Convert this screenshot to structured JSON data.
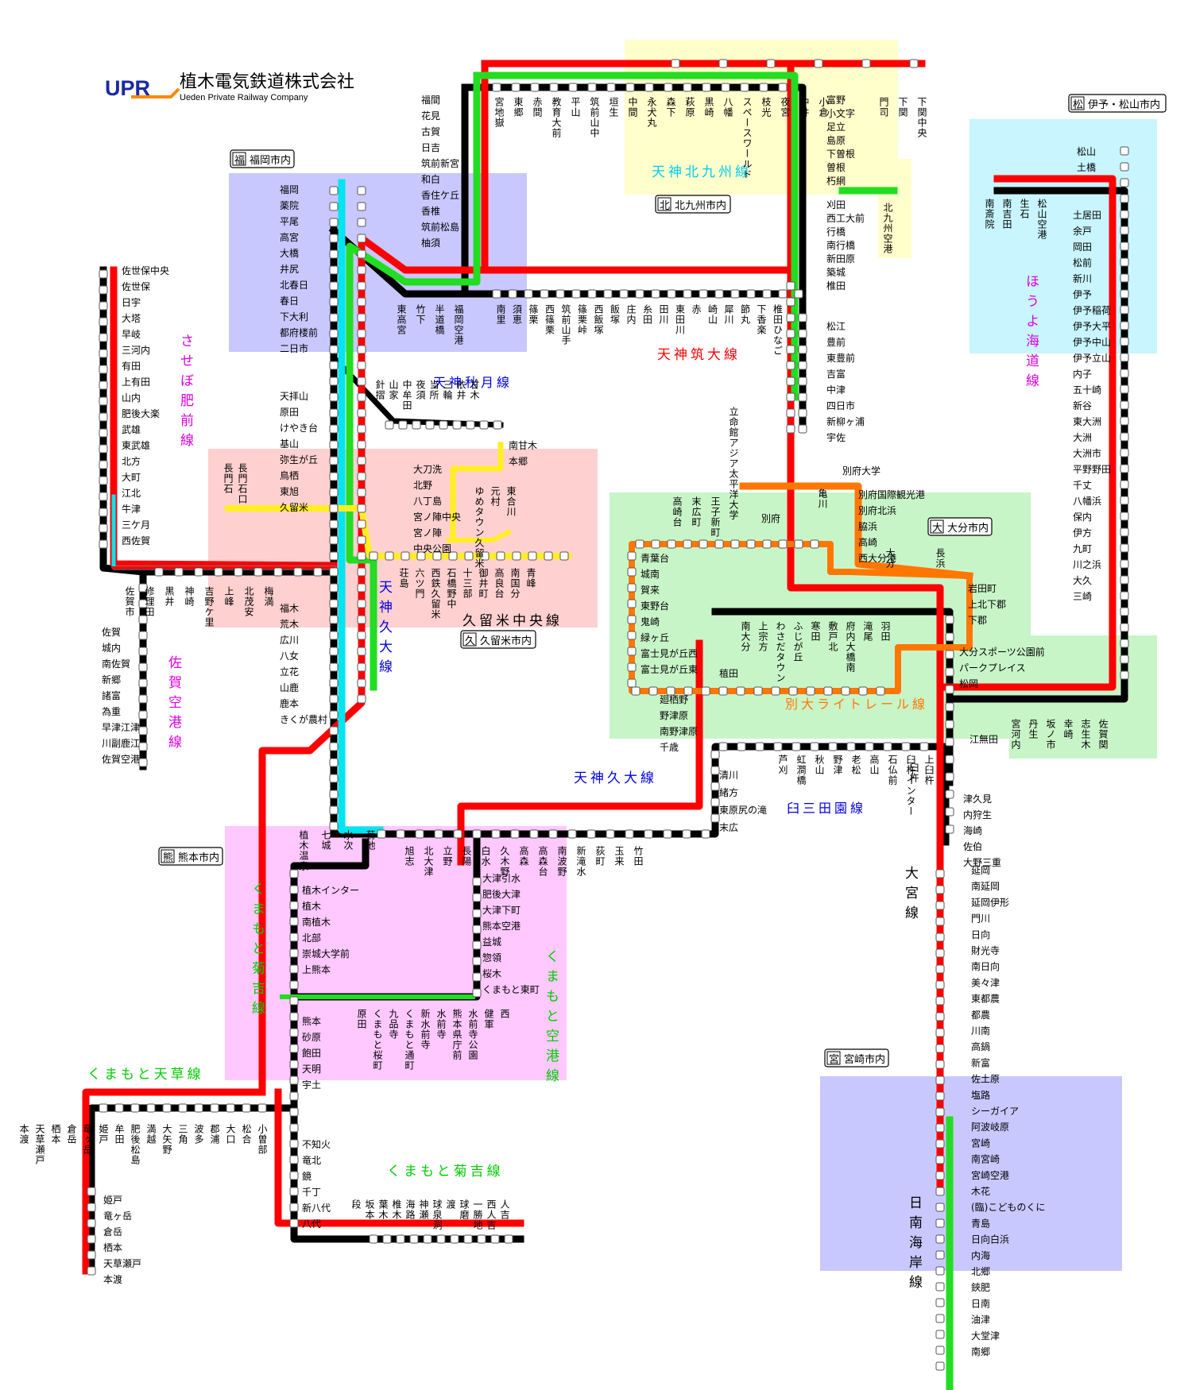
{
  "company": {
    "logo_mark": "UPR",
    "name": "植木電気鉄道株式会社",
    "name_en": "Ueden Private Railway Company"
  },
  "colors": {
    "red": "#ff0000",
    "black": "#000000",
    "green": "#22dd22",
    "cyan": "#00e5f0",
    "yellow": "#ffee22",
    "orange": "#ff7700",
    "zone_blue": "#c8c8ff",
    "zone_yellow": "#ffffcc",
    "zone_pink": "#ffd0d0",
    "zone_green": "#c8f5c8",
    "zone_magenta": "#ffc8ff",
    "zone_cyan": "#c8f5ff",
    "name_blue": "#0000dd",
    "name_magenta": "#dd00dd",
    "name_green": "#00cc00",
    "name_cyan": "#00ccee",
    "name_red": "#ff0000",
    "name_orange": "#ff7700"
  },
  "areas": [
    {
      "tag": "福",
      "label": "福岡市内"
    },
    {
      "tag": "北",
      "label": "北九州市内"
    },
    {
      "tag": "松",
      "label": "伊予・松山市内"
    },
    {
      "tag": "大",
      "label": "大分市内"
    },
    {
      "tag": "久",
      "label": "久留米市内"
    },
    {
      "tag": "熊",
      "label": "熊本市内"
    },
    {
      "tag": "宮",
      "label": "宮崎市内"
    }
  ],
  "lines": [
    {
      "name": "天神北九州線"
    },
    {
      "name": "天神筑大線"
    },
    {
      "name": "天神秋月線"
    },
    {
      "name": "させぼ肥前線"
    },
    {
      "name": "佐賀空港線"
    },
    {
      "name": "天神久大線"
    },
    {
      "name": "天神久大線"
    },
    {
      "name": "久留米中央線"
    },
    {
      "name": "ほうよ海道線"
    },
    {
      "name": "別大ライトレール線"
    },
    {
      "name": "臼三田園線"
    },
    {
      "name": "大宮線"
    },
    {
      "name": "日南海岸線"
    },
    {
      "name": "くまもと菊吉線"
    },
    {
      "name": "くまもと空港線"
    },
    {
      "name": "くまもと天草線"
    },
    {
      "name": "くまもと菊吉線"
    }
  ],
  "stations": {
    "kitakyushu": [
      "宮地嶽",
      "東郷",
      "赤間",
      "教育大前",
      "平山",
      "筑前山中",
      "垣生",
      "中間",
      "永犬丸",
      "森下",
      "萩原",
      "黒崎",
      "八幡",
      "スペースワールド",
      "枝光",
      "夜宮",
      "中井",
      "小倉",
      "門司",
      "下関",
      "下関中央"
    ],
    "fukuoka_north": [
      "福間",
      "花見",
      "古賀",
      "日吉",
      "筑前新宮",
      "和白",
      "香住ケ丘",
      "香椎",
      "筑前松島",
      "柚須"
    ],
    "fukuoka_city": [
      "福岡",
      "薬院",
      "平尾",
      "高宮",
      "大橋",
      "井尻",
      "北春日",
      "春日",
      "下大利",
      "都府楼前",
      "二日市"
    ],
    "chikudai_west": [
      "東高宮",
      "竹下",
      "半道橋",
      "福岡空港"
    ],
    "chikudai": [
      "南里",
      "須恵",
      "篠栗",
      "西篠栗",
      "筑前山手",
      "篠栗峠",
      "西飯塚",
      "飯塚",
      "庄内",
      "糸田",
      "田川",
      "東田川",
      "赤",
      "崎山",
      "犀川",
      "節丸",
      "下香楽",
      "椎田ひなご"
    ],
    "kitakyushu_south": [
      "富野",
      "小文字",
      "足立",
      "島原",
      "下曽根",
      "曽根",
      "朽網",
      "刈田",
      "西工大前",
      "行橋",
      "南行橋",
      "新田原",
      "築城",
      "椎田",
      "北九州空港"
    ],
    "buzen": [
      "松江",
      "豊前",
      "東豊前",
      "吉富",
      "中津",
      "四日市",
      "新柳ヶ浦",
      "宇佐"
    ],
    "akizuki": [
      "針摺",
      "山家",
      "中牟田",
      "夜須",
      "当所",
      "三輪",
      "依井",
      "甘木",
      "南甘木",
      "本郷"
    ],
    "tenku": [
      "天拝山",
      "原田",
      "けやき台",
      "基山",
      "弥生が丘",
      "鳥栖",
      "東旭",
      "久留米",
      "福木",
      "荒木",
      "広川",
      "八女",
      "立花",
      "山鹿",
      "鹿本",
      "きくが農村"
    ],
    "kurume_chuo": [
      "大刀洗",
      "北野",
      "八丁島",
      "宮ノ陣中央",
      "宮ノ陣",
      "中央公園",
      "ゆめタウン久留米",
      "元村",
      "東合川",
      "荘島",
      "六ツ門",
      "西鉄久留米",
      "石橋野中",
      "十三部",
      "御井町",
      "高良台",
      "南国分",
      "青峰"
    ],
    "nagato": [
      "長門石",
      "長門石口"
    ],
    "sasebo": [
      "佐世保中央",
      "佐世保",
      "日宇",
      "大塔",
      "早岐",
      "三河内",
      "有田",
      "上有田",
      "山内",
      "肥後大楽",
      "武雄",
      "東武雄",
      "北方",
      "大町",
      "江北",
      "牛津",
      "三ケ月",
      "西佐賀"
    ],
    "saga": [
      "佐賀市",
      "修理田",
      "黒井",
      "神崎",
      "吉野ケ里",
      "上峰",
      "北茂安",
      "梅満"
    ],
    "saga_airport": [
      "佐賀",
      "城内",
      "南佐賀",
      "新郷",
      "諸富",
      "為重",
      "早津江津",
      "川副鹿江",
      "佐賀空港"
    ],
    "iyo": [
      "松山",
      "土橋",
      "南斎院",
      "南吉田",
      "生石",
      "松山空港",
      "土居田",
      "余戸",
      "岡田",
      "松前",
      "新川",
      "伊予",
      "伊予稲荷",
      "伊予大平",
      "伊予中山",
      "伊予立山",
      "内子",
      "五十崎",
      "新谷",
      "東大洲",
      "大洲",
      "大洲市",
      "平野野田",
      "千丈",
      "八幡浜",
      "保内",
      "伊方",
      "九町",
      "川之浜",
      "大久",
      "三崎"
    ],
    "oita_east": [
      "佐賀関",
      "志生木",
      "幸崎",
      "坂ノ市",
      "丹生",
      "宮河内",
      "大分スポーツ公園前",
      "パークプレイス",
      "松岡",
      "岩田町",
      "上北下郡",
      "下郡",
      "長浜",
      "大分"
    ],
    "beppu": [
      "別府大学",
      "亀川",
      "別府国際観光港",
      "別府北浜",
      "別府",
      "立命館アジア太平洋大学",
      "脇浜",
      "高崎",
      "西大分港",
      "王子新町",
      "末広町",
      "高崎台"
    ],
    "betsudai": [
      "青葉台",
      "城南",
      "賀来",
      "東野台",
      "鬼崎",
      "緑ヶ丘",
      "富士見が丘西",
      "富士見が丘東",
      "南大分",
      "上宗方",
      "わさだタウン",
      "ふじが丘",
      "寒田",
      "敷戸北",
      "府内大橋南",
      "滝尾",
      "羽田",
      "稙田",
      "廻栖野",
      "野津原",
      "南野津原",
      "千歳"
    ],
    "usuki": [
      "芦刈",
      "虹澗橋",
      "秋山",
      "野津",
      "老松",
      "高山",
      "石仏前",
      "臼杵インター",
      "上臼杵",
      "臼杵",
      "津久見",
      "内狩生",
      "海崎",
      "佐伯",
      "大野三重",
      "清川",
      "緒方",
      "東原尻の滝",
      "末広",
      "江無田"
    ],
    "kyudai_south": [
      "旭志",
      "北大津",
      "立野",
      "長陽",
      "白水",
      "久木野",
      "高森",
      "高森台",
      "南波野",
      "新滝水",
      "荻町",
      "玉来",
      "竹田"
    ],
    "kumamoto_airport": [
      "大津引水",
      "肥後大津",
      "大津下町",
      "熊本空港",
      "益城",
      "惣領",
      "桜木",
      "くまもと東町"
    ],
    "kumamoto": [
      "植木温泉",
      "七城",
      "水次",
      "菊池",
      "植木インター",
      "植木",
      "南植木",
      "北部",
      "崇城大学前",
      "上熊本",
      "熊本",
      "砂原",
      "飽田",
      "天明",
      "宇土",
      "原田",
      "くまもと桜町",
      "九品寺",
      "くまもと通町",
      "新水前寺",
      "水前寺",
      "熊本県庁前",
      "水前寺公園",
      "健軍",
      "西"
    ],
    "amakusa": [
      "小曽部",
      "松合",
      "大口",
      "郡浦",
      "波多",
      "三角",
      "大矢野",
      "満越",
      "肥後松島",
      "牟田",
      "姫戸",
      "竜ヶ岳",
      "倉岳",
      "栖本",
      "天草瀬戸",
      "本渡"
    ],
    "kikuyoshi": [
      "不知火",
      "竜北",
      "鏡",
      "千丁",
      "新八代",
      "八代",
      "段",
      "坂本",
      "葉木",
      "椎木",
      "海路",
      "神瀬",
      "球泉洞",
      "渡",
      "球磨",
      "一勝地",
      "西人吉",
      "人吉"
    ],
    "miyazaki": [
      "延岡",
      "南延岡",
      "延岡伊形",
      "門川",
      "日向",
      "財光寺",
      "南日向",
      "美々津",
      "東都農",
      "都農",
      "川南",
      "高鍋",
      "新富",
      "佐土原",
      "塩路",
      "シーガイア",
      "阿波岐原",
      "宮崎",
      "南宮崎",
      "宮崎空港",
      "木花",
      "(臨)こどものくに",
      "青島",
      "日向白浜",
      "内海",
      "北郷",
      "鋏肥",
      "日南",
      "油津",
      "大堂津",
      "南郷"
    ]
  }
}
